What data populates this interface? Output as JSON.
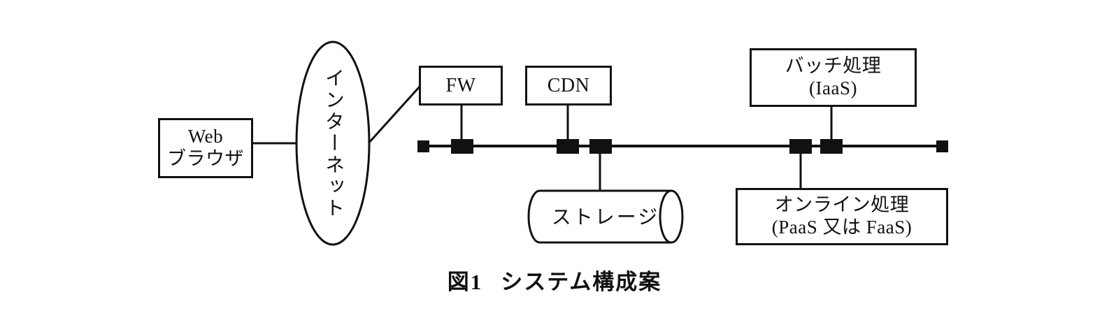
{
  "figure": {
    "caption_number": "図1",
    "caption_title": "システム構成案"
  },
  "diagram": {
    "type": "system-architecture",
    "nodes": {
      "web_browser": {
        "line1": "Web",
        "line2": "ブラウザ",
        "shape": "rectangle"
      },
      "internet": {
        "label": "インターネット",
        "shape": "ellipse",
        "orientation": "vertical-text"
      },
      "fw": {
        "label": "FW",
        "shape": "rectangle"
      },
      "cdn": {
        "label": "CDN",
        "shape": "rectangle"
      },
      "storage": {
        "label": "ストレージ",
        "shape": "cylinder"
      },
      "batch": {
        "line1": "バッチ処理",
        "line2": "(IaaS)",
        "shape": "rectangle"
      },
      "online": {
        "line1": "オンライン処理",
        "line2": "(PaaS 又は FaaS)",
        "shape": "rectangle"
      }
    },
    "bus": {
      "label": "network-bus",
      "terminator_count": 2,
      "tap_count": 4
    },
    "colors": {
      "stroke": "#111111",
      "fill": "#ffffff",
      "background": "#ffffff"
    }
  }
}
